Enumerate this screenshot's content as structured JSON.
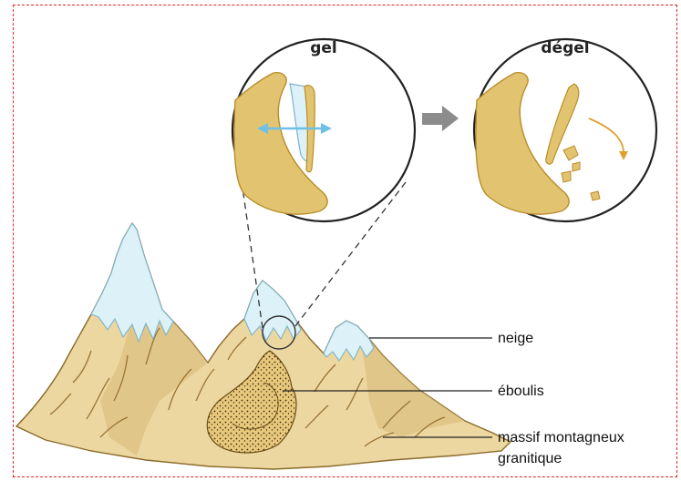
{
  "insets": {
    "freeze": {
      "title": "gel"
    },
    "thaw": {
      "title": "dégel"
    }
  },
  "labels": {
    "snow": "neige",
    "scree": "éboulis",
    "massif_line1": "massif montagneux",
    "massif_line2": "granitique"
  },
  "colors": {
    "rock": "#e2c470",
    "rock_outline": "#b98d2a",
    "mountain": "#ecd7a0",
    "mountain_shadow": "#c9a35f",
    "snow": "#dcf1f8",
    "ice_arrow": "#6fc0e6",
    "frame": "#e0261f",
    "arrow_gray": "#8c8c8c",
    "fall_arrow": "#e0a030"
  }
}
